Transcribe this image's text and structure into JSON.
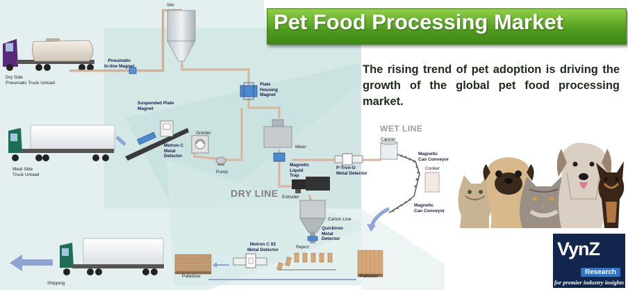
{
  "title": "Pet Food Processing Market",
  "subtitle": "The rising trend of pet adoption is driving the growth of the global pet food processing market.",
  "diagram": {
    "line_labels": {
      "dry": "DRY LINE",
      "wet": "WET LINE"
    },
    "equipment": {
      "silo": "Silo",
      "dry_side_1": "Dry Side",
      "dry_side_2": "Pneumatic Truck Unload",
      "pneumatic_1": "Pneumatic",
      "pneumatic_2": "In-line Magnet",
      "plate_1": "Plate",
      "plate_2": "Housing",
      "plate_3": "Magnet",
      "suspended_1": "Suspended Plate",
      "suspended_2": "Magnet",
      "metron_c_1": "Metron C",
      "metron_c_2": "Metal",
      "metron_c_3": "Detector",
      "grinder": "Grinder",
      "pump": "Pump",
      "meat_side_1": "Meat Side",
      "meat_side_2": "Truck Unload",
      "mixer": "Mixer",
      "liquid_1": "Magnetic",
      "liquid_2": "Liquid",
      "liquid_3": "Trap",
      "ptron_1": "P-Tron-O",
      "ptron_2": "Metal Detector",
      "canner": "Canner",
      "can_conv_top_1": "Magnetic",
      "can_conv_top_2": "Can Conveyor",
      "cooker": "Cooker",
      "can_conv_bot_1": "Magnetic",
      "can_conv_bot_2": "Can Conveyor",
      "extruder": "Extruder",
      "carton_line": "Carton Line",
      "quicktron_1": "Quicktron",
      "quicktron_2": "Metal",
      "quicktron_3": "Detector",
      "metron_c02_1": "Metron C 02",
      "metron_c02_2": "Metal Detector",
      "reject": "Reject",
      "palletizer_left": "Palletizer",
      "palletizer_right": "Palletizer",
      "shipping": "Shipping"
    }
  },
  "logo": {
    "name": "VynZ",
    "sub": "Research",
    "tagline": "for premier industry insights"
  },
  "colors": {
    "banner_green": "#4f9a1f",
    "shading": "#cfe6e4",
    "pipe": "#d7b49a",
    "logo_navy": "#12264d",
    "logo_blue": "#2e75c8",
    "arrow_blue": "#8fa3d6"
  }
}
